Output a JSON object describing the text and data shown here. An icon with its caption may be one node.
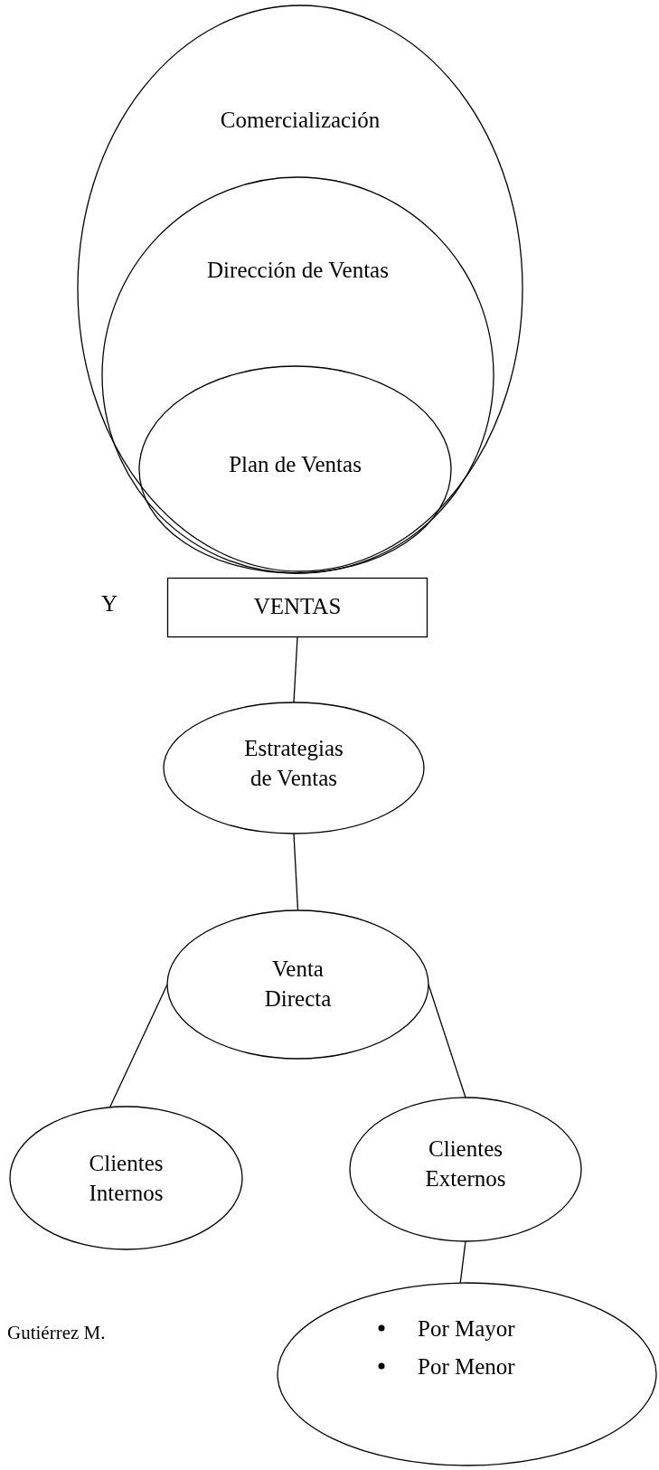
{
  "diagram": {
    "nodes": [
      {
        "text": [
          "Comercialización"
        ]
      },
      {
        "text": [
          "Dirección de Ventas"
        ],
        "in": 0
      },
      {
        "text": [
          "Plan de Ventas"
        ],
        "in": 1
      },
      {
        "text": [
          "VENTAS"
        ]
      },
      {
        "text": [
          "Estrategias de Ventas"
        ]
      },
      {
        "text": [
          "Venta Directa"
        ]
      },
      {
        "text": [
          "Clientes Internos"
        ]
      },
      {
        "text": [
          "Clientes Externos"
        ]
      },
      {
        "text": [
          "Por Mayor",
          "Por Menor"
        ]
      }
    ],
    "edges": [
      {
        "from": 3,
        "to": 4,
        "arrow": "none"
      },
      {
        "from": 4,
        "to": 5,
        "arrow": "none"
      },
      {
        "from": 5,
        "to": 6,
        "arrow": "none"
      },
      {
        "from": 5,
        "to": 7,
        "arrow": "none"
      },
      {
        "from": 7,
        "to": 8,
        "arrow": "none"
      }
    ],
    "labels": [
      "Y",
      "Gutiérrez M."
    ]
  }
}
